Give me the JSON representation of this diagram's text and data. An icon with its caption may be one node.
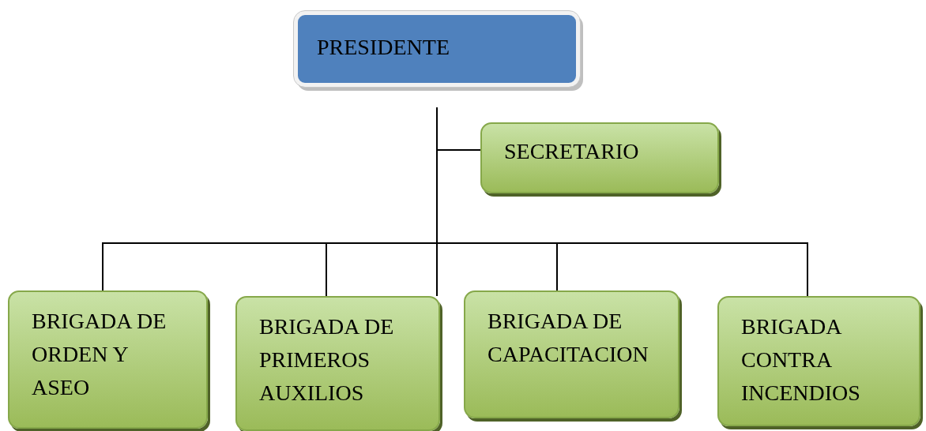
{
  "diagram": {
    "nodes": [
      {
        "text": [
          "PRESIDENTE"
        ]
      },
      {
        "text": [
          "SECRETARIO"
        ]
      },
      {
        "text": [
          "BRIGADA DE ORDEN Y ASEO"
        ]
      },
      {
        "text": [
          "BRIGADA DE PRIMEROS AUXILIOS"
        ]
      },
      {
        "text": [
          "BRIGADA DE CAPACITACION"
        ]
      },
      {
        "text": [
          "BRIGADA CONTRA INCENDIOS"
        ]
      }
    ],
    "edges": [
      {
        "from": 0,
        "to": 1,
        "arrow": "none"
      },
      {
        "from": 0,
        "to": 2,
        "arrow": "none"
      },
      {
        "from": 0,
        "to": 3,
        "arrow": "none"
      },
      {
        "from": 0,
        "to": 4,
        "arrow": "none"
      },
      {
        "from": 0,
        "to": 5,
        "arrow": "none"
      }
    ]
  }
}
